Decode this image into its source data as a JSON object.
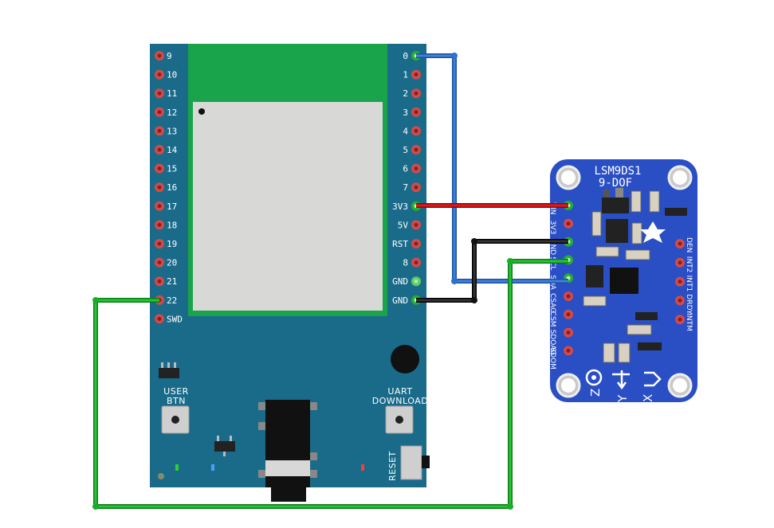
{
  "board": {
    "left_pins": [
      "9",
      "10",
      "11",
      "12",
      "13",
      "14",
      "15",
      "16",
      "17",
      "18",
      "19",
      "20",
      "21",
      "22",
      "SWD"
    ],
    "right_pins": [
      "0",
      "1",
      "2",
      "3",
      "4",
      "5",
      "6",
      "7",
      "3V3",
      "5V",
      "RST",
      "8",
      "GND",
      "GND"
    ],
    "user_btn_line1": "USER",
    "user_btn_line2": "BTN",
    "uart_line1": "UART",
    "uart_line2": "DOWNLOAD",
    "reset_label": "RESET",
    "colors": {
      "pcb": "#1a6b8a",
      "module": "#19a34a",
      "shield": "#d8d8d6"
    }
  },
  "sensor": {
    "title_line1": "LSM9DS1",
    "title_line2": "9-DOF",
    "left_pins": [
      "VIN",
      "3V3",
      "GND",
      "SCL",
      "SDA",
      "CSAG",
      "CSM",
      "SDOAG",
      "SDOM"
    ],
    "right_pins": [
      "DEN",
      "INT2",
      "INT1",
      "DRDY",
      "INTM"
    ],
    "axis_labels": [
      "Z",
      "Y",
      "X"
    ],
    "colors": {
      "pcb": "#2a4fc4"
    }
  },
  "wires": [
    {
      "from": "board.0",
      "to": "sensor.SDA",
      "color": "#2f6fd0"
    },
    {
      "from": "board.3V3",
      "to": "sensor.VIN",
      "color": "#cc1010"
    },
    {
      "from": "board.GND",
      "to": "sensor.GND",
      "color": "#111111"
    },
    {
      "from": "board.22",
      "to": "sensor.SCL",
      "color": "#1aad2a"
    }
  ]
}
